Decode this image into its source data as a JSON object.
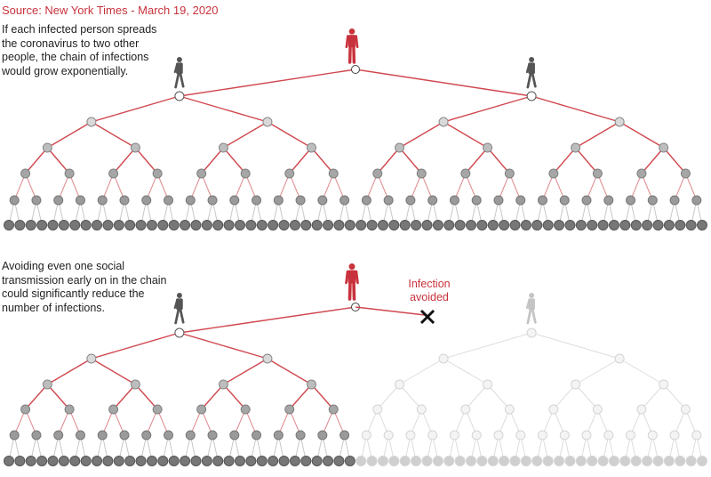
{
  "source": "Source: New York Times - March 19, 2020",
  "caption_top": "If each infected person spreads the coronavirus to two other people, the chain of infections would grow exponentially.",
  "caption_bottom": "Avoiding even one social transmission early on in the chain could significantly reduce the number of infections.",
  "avoided_label": "Infection avoided",
  "branching_factor": 2,
  "colors": {
    "accent_red": "#c8323c",
    "edge_red": "#d0484f",
    "node_gray": "#999999",
    "node_dark": "#6b6b6b",
    "faded": "#dddddd",
    "person_gray": "#555555",
    "person_faded": "#c4c4c4",
    "cross": "#111111"
  },
  "icons": [
    "person-red-icon",
    "person-walking-icon",
    "cross-icon"
  ]
}
